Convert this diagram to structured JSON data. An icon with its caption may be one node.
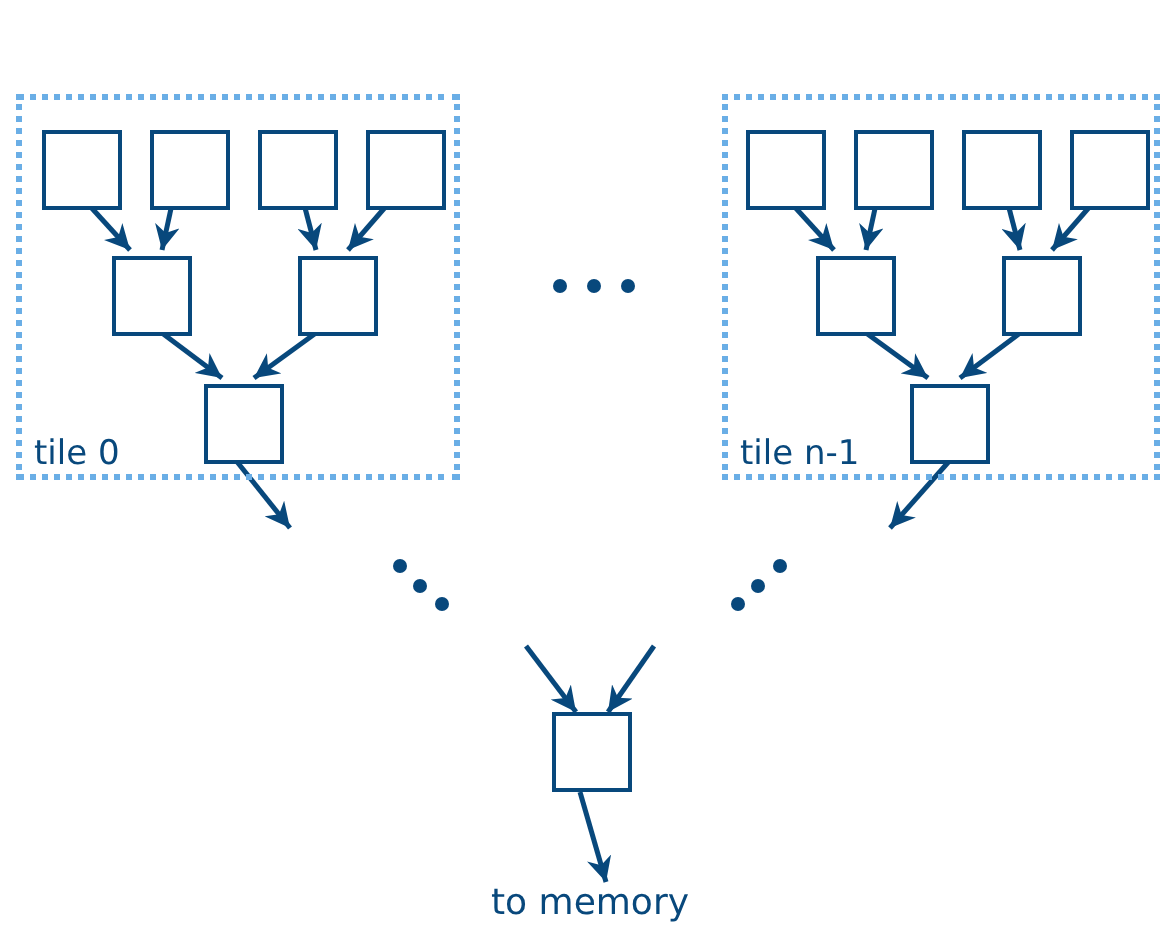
{
  "diagram": {
    "nodes": [
      {
        "text": [
          "tile 0"
        ]
      },
      {
        "text": [],
        "shape": "box",
        "in": 0
      },
      {
        "text": [],
        "shape": "box",
        "in": 0
      },
      {
        "text": [],
        "shape": "box",
        "in": 0
      },
      {
        "text": [],
        "shape": "box",
        "in": 0
      },
      {
        "text": [],
        "shape": "box",
        "in": 0
      },
      {
        "text": [],
        "shape": "box",
        "in": 0
      },
      {
        "text": [],
        "shape": "box",
        "in": 0
      },
      {
        "text": [
          "tile n-1"
        ]
      },
      {
        "text": [],
        "shape": "box",
        "in": 8
      },
      {
        "text": [],
        "shape": "box",
        "in": 8
      },
      {
        "text": [],
        "shape": "box",
        "in": 8
      },
      {
        "text": [],
        "shape": "box",
        "in": 8
      },
      {
        "text": [],
        "shape": "box",
        "in": 8
      },
      {
        "text": [],
        "shape": "box",
        "in": 8
      },
      {
        "text": [],
        "shape": "box",
        "in": 8
      },
      {
        "text": [],
        "shape": "box"
      },
      {
        "text": [
          "to memory"
        ]
      }
    ],
    "edges": [
      {
        "from": 1,
        "to": 5,
        "arrow": "to"
      },
      {
        "from": 2,
        "to": 5,
        "arrow": "to"
      },
      {
        "from": 3,
        "to": 6,
        "arrow": "to"
      },
      {
        "from": 4,
        "to": 6,
        "arrow": "to"
      },
      {
        "from": 5,
        "to": 7,
        "arrow": "to"
      },
      {
        "from": 6,
        "to": 7,
        "arrow": "to"
      },
      {
        "from": 7,
        "to": null,
        "arrow": "to"
      },
      {
        "from": 9,
        "to": 13,
        "arrow": "to"
      },
      {
        "from": 10,
        "to": 13,
        "arrow": "to"
      },
      {
        "from": 11,
        "to": 14,
        "arrow": "to"
      },
      {
        "from": 12,
        "to": 14,
        "arrow": "to"
      },
      {
        "from": 13,
        "to": 15,
        "arrow": "to"
      },
      {
        "from": 14,
        "to": 15,
        "arrow": "to"
      },
      {
        "from": 15,
        "to": null,
        "arrow": "to"
      },
      {
        "from": null,
        "to": 16,
        "arrow": "to"
      },
      {
        "from": null,
        "to": 16,
        "arrow": "to"
      },
      {
        "from": 16,
        "to": 17,
        "arrow": "to"
      }
    ]
  }
}
